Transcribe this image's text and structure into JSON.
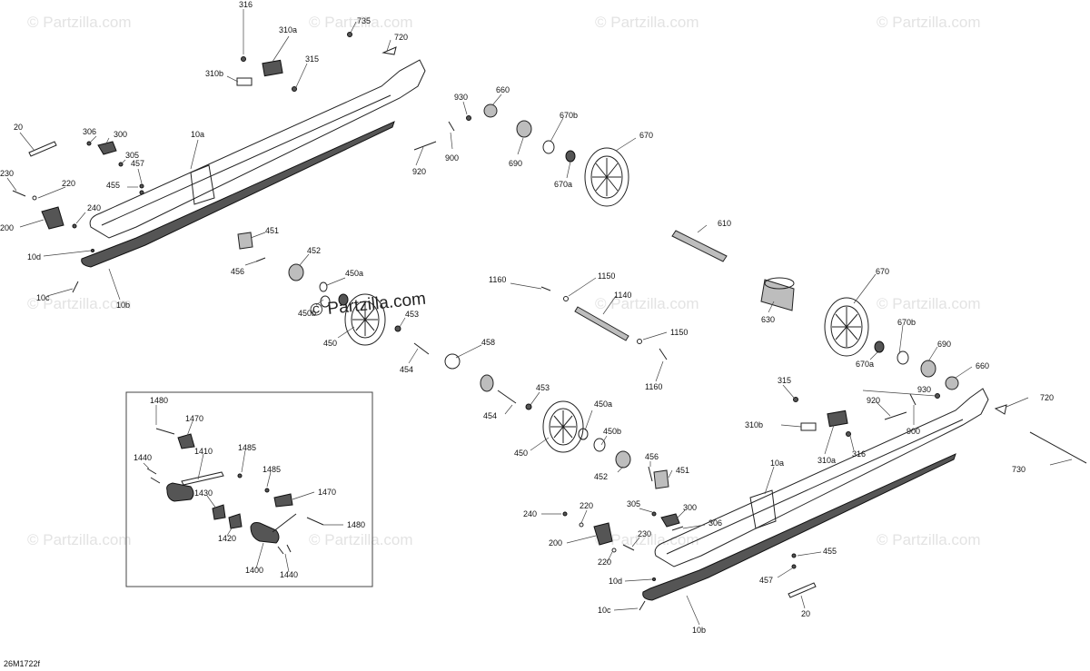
{
  "reference_code": "26M1722f",
  "watermarks": {
    "text": "© Partzilla.com",
    "center_text": "© Partzilla.com"
  },
  "labels": {
    "l316a": "316",
    "l735": "735",
    "l310a_1": "310a",
    "l720a": "720",
    "l315a": "315",
    "l310b_1": "310b",
    "l930a": "930",
    "l660a": "660",
    "l670b_1": "670b",
    "l670_1": "670",
    "l690a": "690",
    "l670a_1": "670a",
    "l900a": "900",
    "l920a": "920",
    "l20a": "20",
    "l306a": "306",
    "l300a": "300",
    "l305a": "305",
    "l10a_1": "10a",
    "l457a": "457",
    "l455a": "455",
    "l230a": "230",
    "l220a": "220",
    "l240a": "240",
    "l200a": "200",
    "l10d_1": "10d",
    "l10c_1": "10c",
    "l10b_1": "10b",
    "l451a": "451",
    "l456a": "456",
    "l452a": "452",
    "l450a_1": "450a",
    "l450b_1": "450b",
    "l453a": "453",
    "l450_1": "450",
    "l454a": "454",
    "l458": "458",
    "l610": "610",
    "l1160a": "1160",
    "l1150a": "1150",
    "l1140": "1140",
    "l1150b": "1150",
    "l1160b": "1160",
    "l670_2": "670",
    "l630": "630",
    "l670b_2": "670b",
    "l690b": "690",
    "l670a_2": "670a",
    "l660b": "660",
    "l930b": "930",
    "l315b": "315",
    "l920b": "920",
    "l720b": "720",
    "l310b_2": "310b",
    "l900b": "900",
    "l310a_2": "310a",
    "l316b": "316",
    "l730": "730",
    "l453b": "453",
    "l450a_2": "450a",
    "l454b": "454",
    "l450b_2": "450b",
    "l450_2": "450",
    "l452b": "452",
    "l456b": "456",
    "l451b": "451",
    "l10a_2": "10a",
    "l240b": "240",
    "l220b": "220",
    "l305b": "305",
    "l300b": "300",
    "l306b": "306",
    "l230b": "230",
    "l200b": "200",
    "l220c": "220",
    "l455b": "455",
    "l10d_2": "10d",
    "l457b": "457",
    "l20b": "20",
    "l10c_2": "10c",
    "l10b_2": "10b",
    "l1480a": "1480",
    "l1470a": "1470",
    "l1410": "1410",
    "l1485a": "1485",
    "l1440a": "1440",
    "l1485b": "1485",
    "l1430": "1430",
    "l1470b": "1470",
    "l1420": "1420",
    "l1480b": "1480",
    "l1400": "1400",
    "l1440b": "1440"
  }
}
